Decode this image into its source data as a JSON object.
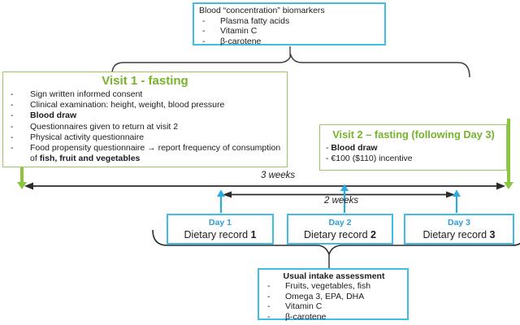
{
  "colors": {
    "green_border": "#9cc662",
    "green_text": "#76b42c",
    "green_arrow": "#8bc53f",
    "cyan_border": "#3fbde9",
    "cyan_text": "#2d9fd9",
    "cyan_arrow": "#29abe2",
    "line_dark": "#2b2b2b"
  },
  "bullet_char": "-",
  "biomarkers_box": {
    "title": "Blood “concentration” biomarkers",
    "items": [
      "Plasma fatty acids",
      "Vitamin C",
      "β-carotene"
    ]
  },
  "visit1": {
    "title": "Visit 1 - fasting",
    "items": [
      {
        "pre": "Sign written informed consent",
        "bold": ""
      },
      {
        "pre": "Clinical examination: height, weight, blood pressure",
        "bold": ""
      },
      {
        "pre": "",
        "bold": "Blood draw"
      },
      {
        "pre": "Questionnaires given to return at visit 2",
        "bold": ""
      },
      {
        "pre": "Physical activity questionnaire",
        "bold": ""
      },
      {
        "pre": "Food propensity questionnaire → report frequency of consumption of ",
        "bold": "fish, fruit and vegetables"
      }
    ]
  },
  "visit2": {
    "title": "Visit 2 – fasting (following Day 3)",
    "items": [
      {
        "pre": "- ",
        "bold": "Blood draw"
      },
      {
        "pre": "- €100 ($110) incentive",
        "bold": ""
      }
    ]
  },
  "timeline": {
    "label_3weeks": "3 weeks",
    "label_2weeks": "2 weeks"
  },
  "days": [
    {
      "label": "Day 1",
      "record_pre": "Dietary record ",
      "record_num": "1"
    },
    {
      "label": "Day 2",
      "record_pre": "Dietary record ",
      "record_num": "2"
    },
    {
      "label": "Day 3",
      "record_pre": "Dietary record ",
      "record_num": "3"
    }
  ],
  "usual_intake": {
    "title": "Usual intake assessment",
    "items": [
      "Fruits, vegetables, fish",
      "Omega 3, EPA, DHA",
      "Vitamin C",
      "β-carotene"
    ]
  }
}
